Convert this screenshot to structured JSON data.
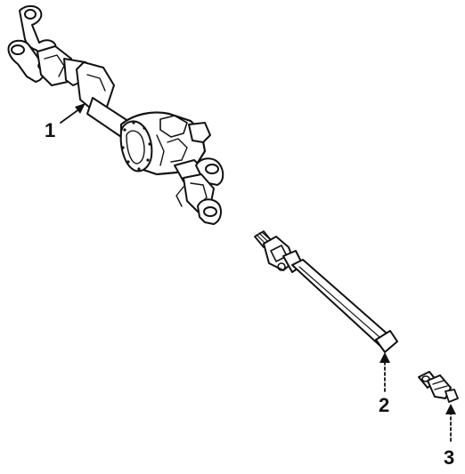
{
  "diagram": {
    "callouts": [
      {
        "id": "1",
        "label": "1"
      },
      {
        "id": "2",
        "label": "2"
      },
      {
        "id": "3",
        "label": "3"
      }
    ],
    "colors": {
      "ink": "#111111",
      "background": "#ffffff"
    }
  }
}
